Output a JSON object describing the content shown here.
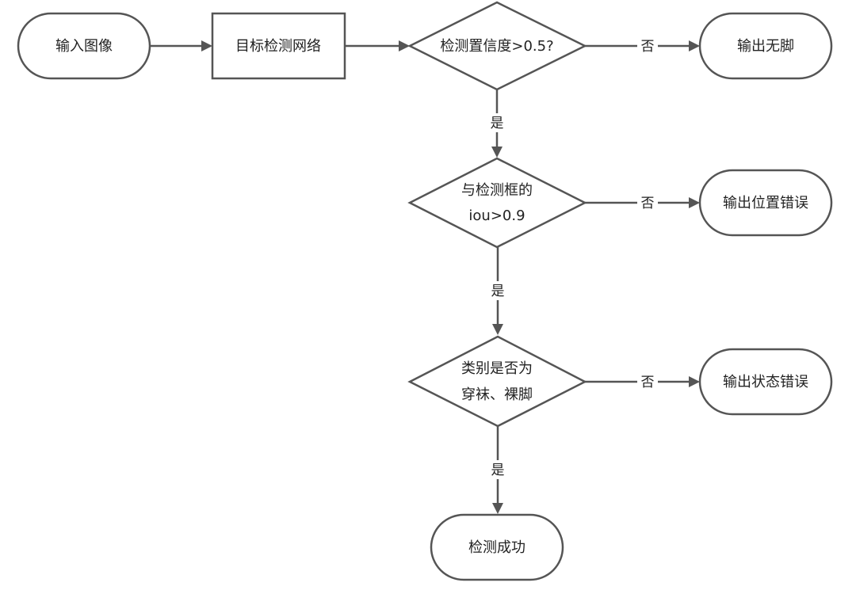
{
  "nodes": {
    "input_image": {
      "label": "输入图像"
    },
    "detection_network": {
      "label": "目标检测网络"
    },
    "decision_confidence": {
      "label": "检测置信度>0.5?"
    },
    "output_no_feet": {
      "label": "输出无脚"
    },
    "decision_iou": {
      "line1": "与检测框的",
      "line2": "iou>0.9"
    },
    "output_position_error": {
      "label": "输出位置错误"
    },
    "decision_class": {
      "line1": "类别是否为",
      "line2": "穿袜、裸脚"
    },
    "output_state_error": {
      "label": "输出状态错误"
    },
    "detection_success": {
      "label": "检测成功"
    }
  },
  "edge_labels": {
    "confidence_no": "否",
    "confidence_yes": "是",
    "iou_no": "否",
    "iou_yes": "是",
    "class_no": "否",
    "class_yes": "是"
  }
}
